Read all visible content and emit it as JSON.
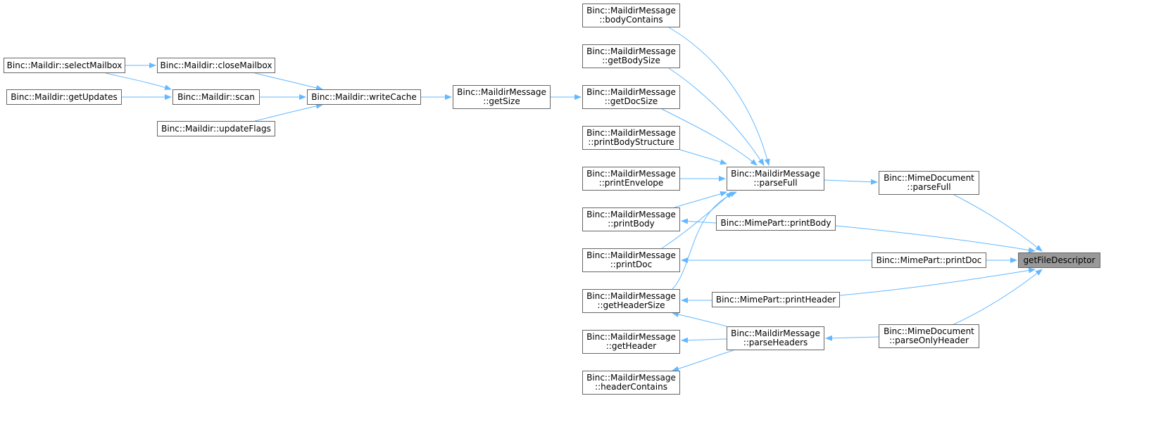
{
  "root": {
    "label": "getFileDescriptor"
  },
  "nodes": {
    "selectMailbox": {
      "label": "Binc::Maildir::selectMailbox"
    },
    "closeMailbox": {
      "label": "Binc::Maildir::closeMailbox"
    },
    "getUpdates": {
      "label": "Binc::Maildir::getUpdates"
    },
    "scan": {
      "label": "Binc::Maildir::scan"
    },
    "updateFlags": {
      "label": "Binc::Maildir::updateFlags"
    },
    "writeCache": {
      "label": "Binc::Maildir::writeCache"
    },
    "getSize": {
      "line1": "Binc::MaildirMessage",
      "line2": "::getSize"
    },
    "bodyContains": {
      "line1": "Binc::MaildirMessage",
      "line2": "::bodyContains"
    },
    "getBodySize": {
      "line1": "Binc::MaildirMessage",
      "line2": "::getBodySize"
    },
    "getDocSize": {
      "line1": "Binc::MaildirMessage",
      "line2": "::getDocSize"
    },
    "printBodyStructure": {
      "line1": "Binc::MaildirMessage",
      "line2": "::printBodyStructure"
    },
    "printEnvelope": {
      "line1": "Binc::MaildirMessage",
      "line2": "::printEnvelope"
    },
    "mmPrintBody": {
      "line1": "Binc::MaildirMessage",
      "line2": "::printBody"
    },
    "mmPrintDoc": {
      "line1": "Binc::MaildirMessage",
      "line2": "::printDoc"
    },
    "getHeaderSize": {
      "line1": "Binc::MaildirMessage",
      "line2": "::getHeaderSize"
    },
    "getHeader": {
      "line1": "Binc::MaildirMessage",
      "line2": "::getHeader"
    },
    "headerContains": {
      "line1": "Binc::MaildirMessage",
      "line2": "::headerContains"
    },
    "mmParseFull": {
      "line1": "Binc::MaildirMessage",
      "line2": "::parseFull"
    },
    "mmParseHeaders": {
      "line1": "Binc::MaildirMessage",
      "line2": "::parseHeaders"
    },
    "mpPrintBody": {
      "label": "Binc::MimePart::printBody"
    },
    "mpPrintDoc": {
      "label": "Binc::MimePart::printDoc"
    },
    "mpPrintHeader": {
      "label": "Binc::MimePart::printHeader"
    },
    "mdParseFull": {
      "line1": "Binc::MimeDocument",
      "line2": "::parseFull"
    },
    "mdParseOnlyHeader": {
      "line1": "Binc::MimeDocument",
      "line2": "::parseOnlyHeader"
    }
  },
  "style": {
    "edge_color": "#63b8ff",
    "border_color": "#666666",
    "root_fill": "#999999"
  }
}
